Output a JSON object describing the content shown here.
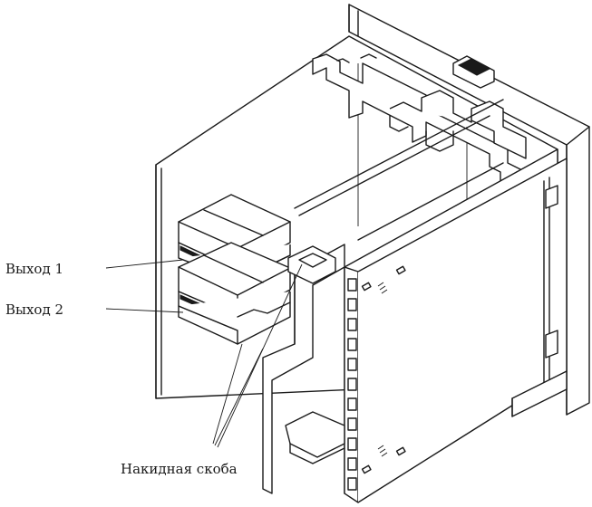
{
  "labels": {
    "output_1": "Выход 1",
    "output_2": "Выход 2",
    "clip": "Накидная скоба"
  },
  "colors": {
    "ink": "#1a1a1a",
    "background": "#ffffff"
  }
}
